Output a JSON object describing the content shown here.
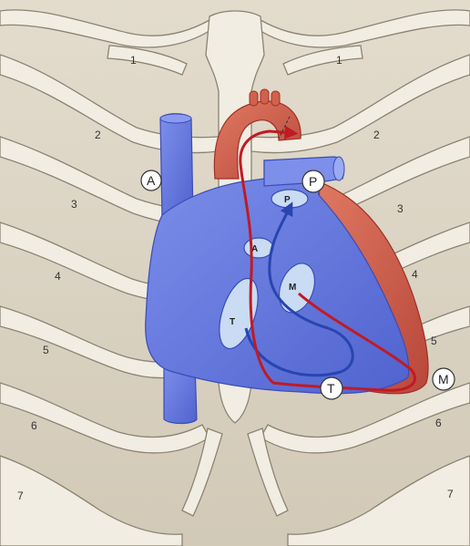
{
  "rib_numbers": {
    "left": [
      "1",
      "2",
      "3",
      "4",
      "5",
      "6",
      "7"
    ],
    "right": [
      "1",
      "2",
      "3",
      "4",
      "5",
      "6",
      "7"
    ]
  },
  "auscultation_areas": {
    "aortic": "A",
    "pulmonic": "P",
    "tricuspid": "T",
    "mitral": "M"
  },
  "valves": {
    "pulmonary": "P",
    "aortic": "A",
    "mitral": "M",
    "tricuspid": "T"
  },
  "colors": {
    "background": "#dcd4c4",
    "rib_fill": "#f1ede2",
    "rib_stroke": "#8a8374",
    "right_heart_blue": "#6e7fe0",
    "right_heart_dark": "#3a4cb8",
    "left_heart_red": "#d0614d",
    "left_heart_dark": "#9e2f24",
    "venous_path": "#2845b0",
    "arterial_path": "#c01a24",
    "valve_fill": "#c9dcf3"
  }
}
